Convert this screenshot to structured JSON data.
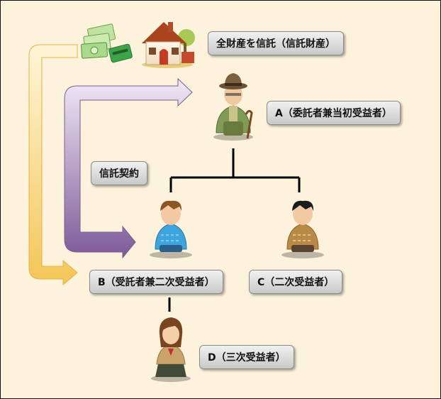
{
  "labels": {
    "trust_property": "全財産を信託（信託財産）",
    "person_a": "A（委託者兼当初受益者）",
    "trust_contract": "信託契約",
    "person_b": "B（受託者兼二次受益者）",
    "person_c": "C（二次受益者）",
    "person_d": "D（三次受益者）"
  },
  "icons": {
    "money": "cash-and-cards-icon",
    "house": "house-icon",
    "elder": "elderly-man-with-cane-icon",
    "man_b": "man-blue-sweater-icon",
    "man_c": "man-brown-sweater-icon",
    "woman_d": "schoolgirl-icon"
  },
  "colors": {
    "background": "#fdf3dc",
    "yellow_arrow": "#f6cf6a",
    "purple_arrow": "#8e6fa6",
    "connector": "#000000"
  }
}
